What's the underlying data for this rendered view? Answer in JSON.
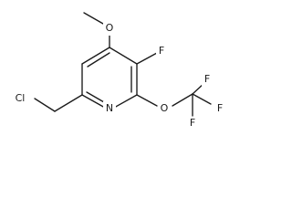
{
  "molecule": {
    "atoms": {
      "cl": "Cl",
      "n": "N",
      "f_ring": "F",
      "o_methoxy": "O",
      "o_ether": "O",
      "f_cf3_top": "F",
      "f_cf3_right": "F",
      "f_cf3_bottom": "F"
    }
  },
  "colors": {
    "ink": "#1a1a1a",
    "background": "#ffffff"
  }
}
